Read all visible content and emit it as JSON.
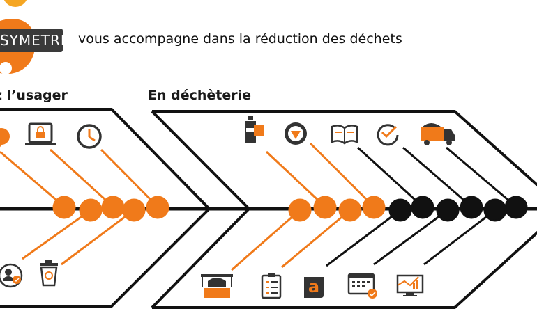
{
  "brand": {
    "name": "SYMETRI",
    "tagline": "vous accompagne dans la réduction des déchets"
  },
  "sections": {
    "left_title": "z l’usager",
    "right_title": "En déchèterie"
  },
  "colors": {
    "accent": "#f07a1a",
    "dark": "#111111",
    "logo_bg": "#3a3a3a"
  },
  "icons": {
    "left_top": [
      "chat-bubble-icon",
      "laptop-lock-icon",
      "clock-icon"
    ],
    "left_bottom": [
      "user-check-icon",
      "recycle-bin-icon"
    ],
    "right_top": [
      "bottle-icon",
      "gear-triangle-icon",
      "open-book-icon",
      "check-circle-icon",
      "dump-truck-icon"
    ],
    "right_bottom": [
      "vehicle-container-icon",
      "checklist-icon",
      "letter-a-icon",
      "calendar-check-icon",
      "chart-monitor-icon"
    ]
  }
}
